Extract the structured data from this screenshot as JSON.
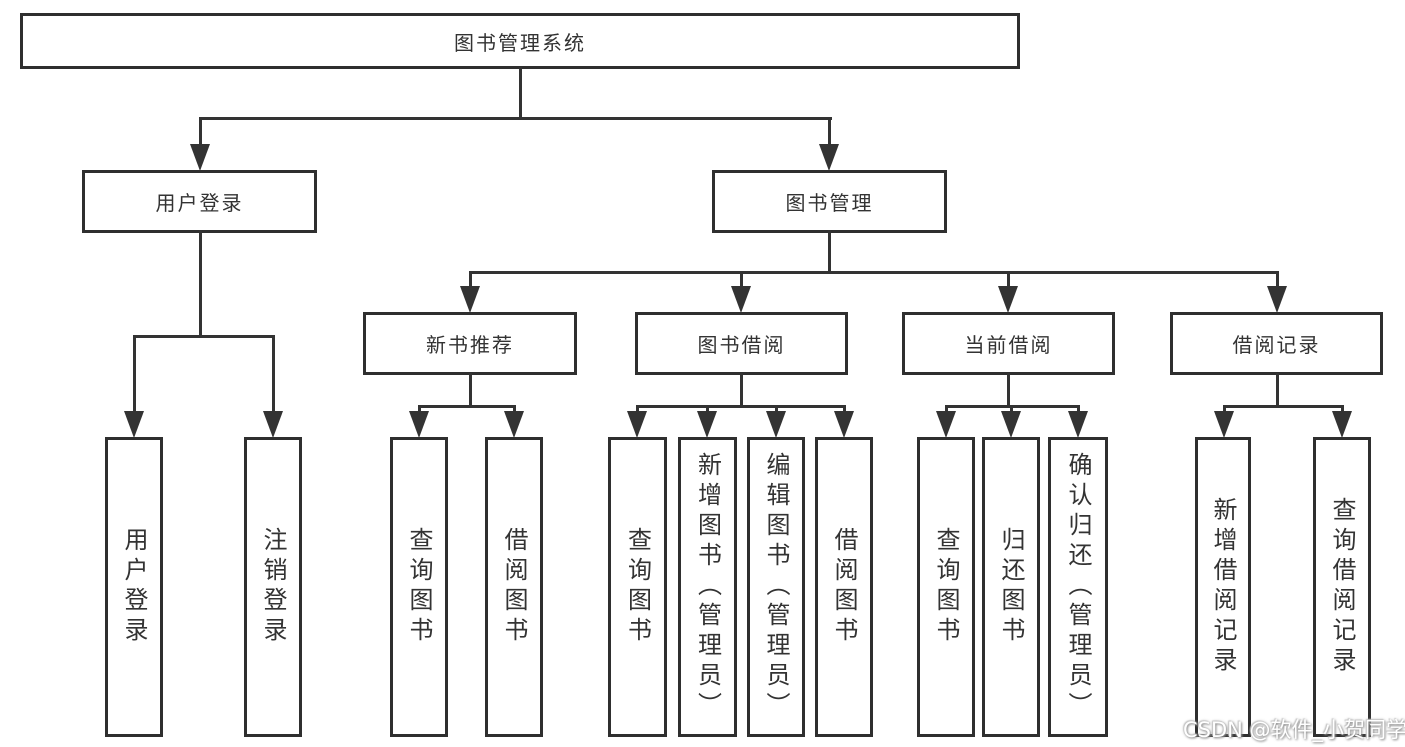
{
  "page": {
    "background": "#ffffff"
  },
  "diagram": {
    "type": "hierarchy-tree",
    "line_color": "#333333",
    "text_color": "#333333",
    "nodes": {
      "root": {
        "label": "图书管理系统"
      },
      "user_login": {
        "label": "用户登录",
        "children": {
          "login": {
            "label": "用户登录"
          },
          "logout": {
            "label": "注销登录"
          }
        }
      },
      "book_management": {
        "label": "图书管理",
        "children": {
          "new_book_recommend": {
            "label": "新书推荐",
            "children": {
              "query_books": {
                "label": "查询图书"
              },
              "borrow_books": {
                "label": "借阅图书"
              }
            }
          },
          "book_borrowing": {
            "label": "图书借阅",
            "children": {
              "query_books": {
                "label": "查询图书"
              },
              "add_books": {
                "label": "新增图书（管理员）"
              },
              "edit_books": {
                "label": "编辑图书（管理员）"
              },
              "borrow_books": {
                "label": "借阅图书"
              }
            }
          },
          "current_borrowing": {
            "label": "当前借阅",
            "children": {
              "query_books": {
                "label": "查询图书"
              },
              "return_books": {
                "label": "归还图书"
              },
              "confirm_return": {
                "label": "确认归还（管理员）"
              }
            }
          },
          "borrowing_records": {
            "label": "借阅记录",
            "children": {
              "add_borrow_record": {
                "label": "新增借阅记录"
              },
              "query_borrow_record": {
                "label": "查询借阅记录"
              }
            }
          }
        }
      }
    }
  },
  "watermark": {
    "text": "CSDN @软件_小贺同学",
    "color": "#ffffff",
    "shadow_color": "#9c9c9c"
  }
}
